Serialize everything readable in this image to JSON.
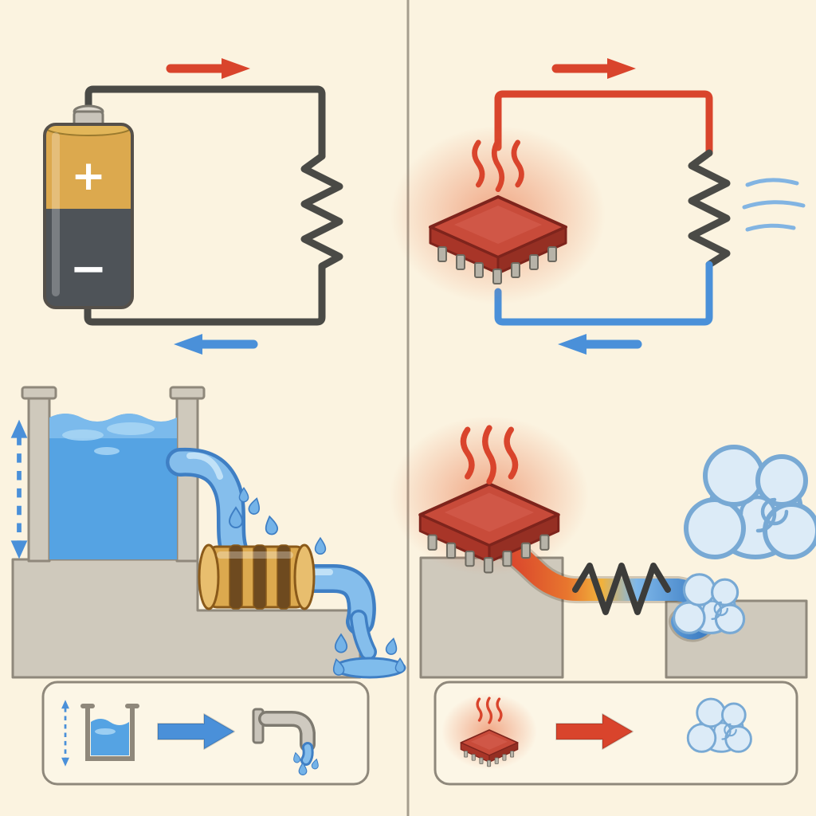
{
  "colors": {
    "background": "#FBF3E0",
    "divider": "#A59D8E",
    "wire": "#4A4A46",
    "hot": "#D9442C",
    "cool": "#4A90D9",
    "water": "#55A3E3",
    "water_deep": "#3F7FC4",
    "water_light": "#A9D6F4",
    "stone": "#CFC9BC",
    "stone_stroke": "#8F887B",
    "gold": "#DCA94E",
    "gold_stroke": "#8A5A1A",
    "battery_dark": "#4E5358",
    "chip": "#C84B3A",
    "chip_stroke": "#7E241C",
    "chip_side_l": "#A83528",
    "chip_side_r": "#952F23",
    "pin": "#B7B3A8",
    "pin_stroke": "#6E6A60",
    "steam_fill": "#DCEBF7",
    "steam_stroke": "#78A9D4",
    "legend_fill": "#FCF6E6"
  },
  "battery": {
    "plus_label": "+",
    "minus_label": "−"
  },
  "panels": {
    "left": {
      "top_diagram": "battery-resistor-circuit",
      "middle_diagram": "water-tank-draining-through-coil-analogy",
      "legend_items": [
        "water-level-gauge",
        "right-arrow",
        "water-spout"
      ]
    },
    "right": {
      "top_diagram": "hot-chip-resistor-circuit-with-airflow",
      "middle_diagram": "chip-heat-flow-through-thermal-resistance-to-steam",
      "legend_items": [
        "hot-chip",
        "right-arrow",
        "heat-cloud"
      ]
    }
  },
  "arrows": {
    "left_circuit_top": "right",
    "left_circuit_bottom": "left",
    "right_circuit_top": "right",
    "right_circuit_bottom": "left"
  }
}
